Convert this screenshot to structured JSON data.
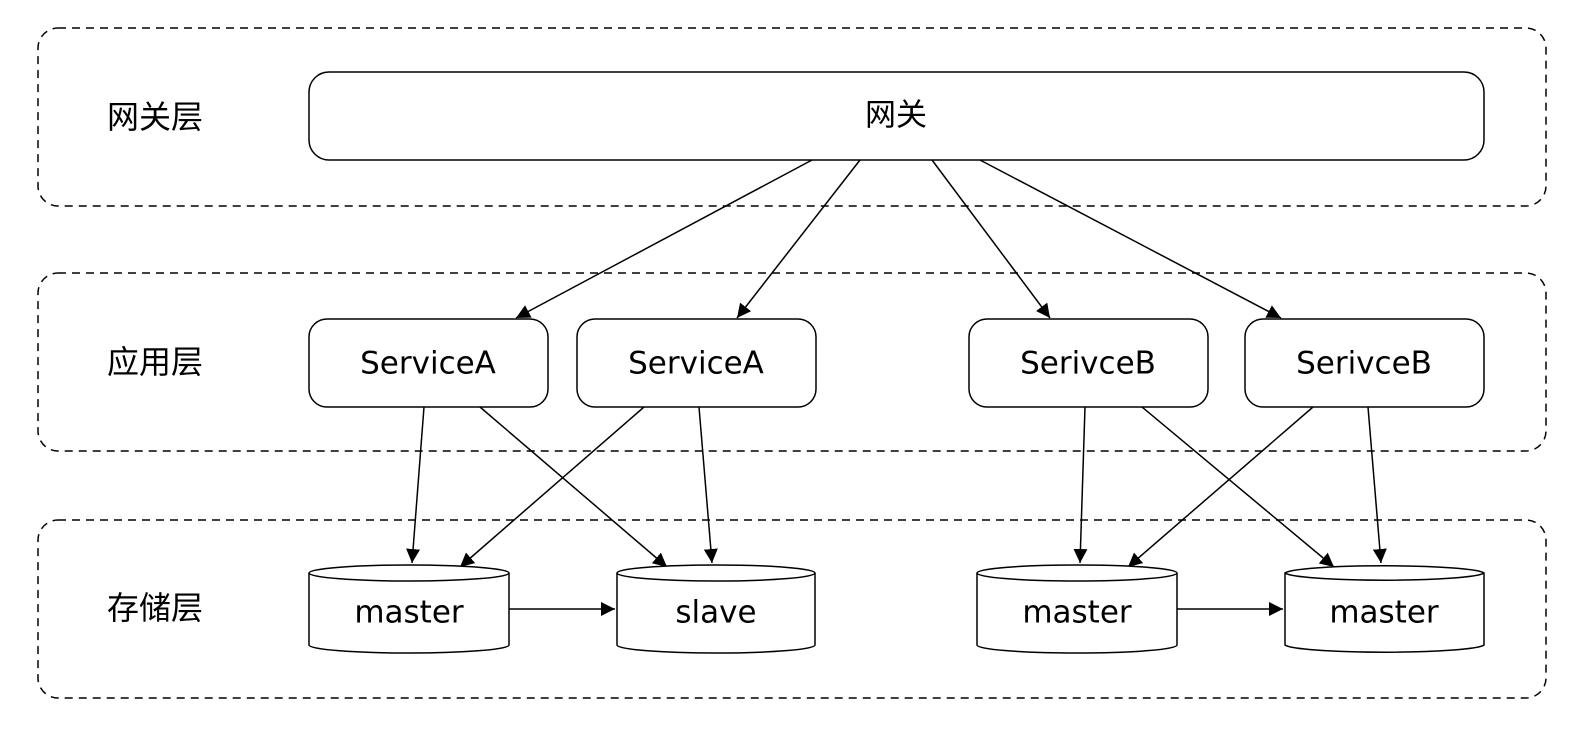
{
  "colors": {
    "stroke": "#000000",
    "fill": "#ffffff",
    "background": "#ffffff"
  },
  "layers": {
    "gateway": {
      "label": "网关层"
    },
    "app": {
      "label": "应用层"
    },
    "storage": {
      "label": "存储层"
    }
  },
  "nodes": {
    "gateway": {
      "label": "网关"
    },
    "service_a1": {
      "label": "ServiceA"
    },
    "service_a2": {
      "label": "ServiceA"
    },
    "service_b1": {
      "label": "SerivceB"
    },
    "service_b2": {
      "label": "SerivceB"
    },
    "db_a_master": {
      "label": "master"
    },
    "db_a_slave": {
      "label": "slave"
    },
    "db_b_master1": {
      "label": "master"
    },
    "db_b_master2": {
      "label": "master"
    }
  },
  "edges": [
    {
      "from": "gateway",
      "to": "service_a1"
    },
    {
      "from": "gateway",
      "to": "service_a2"
    },
    {
      "from": "gateway",
      "to": "service_b1"
    },
    {
      "from": "gateway",
      "to": "service_b2"
    },
    {
      "from": "service_a1",
      "to": "db_a_master"
    },
    {
      "from": "service_a1",
      "to": "db_a_slave"
    },
    {
      "from": "service_a2",
      "to": "db_a_master"
    },
    {
      "from": "service_a2",
      "to": "db_a_slave"
    },
    {
      "from": "service_b1",
      "to": "db_b_master1"
    },
    {
      "from": "service_b1",
      "to": "db_b_master2"
    },
    {
      "from": "service_b2",
      "to": "db_b_master1"
    },
    {
      "from": "service_b2",
      "to": "db_b_master2"
    },
    {
      "from": "db_a_master",
      "to": "db_a_slave"
    },
    {
      "from": "db_b_master1",
      "to": "db_b_master2"
    }
  ]
}
